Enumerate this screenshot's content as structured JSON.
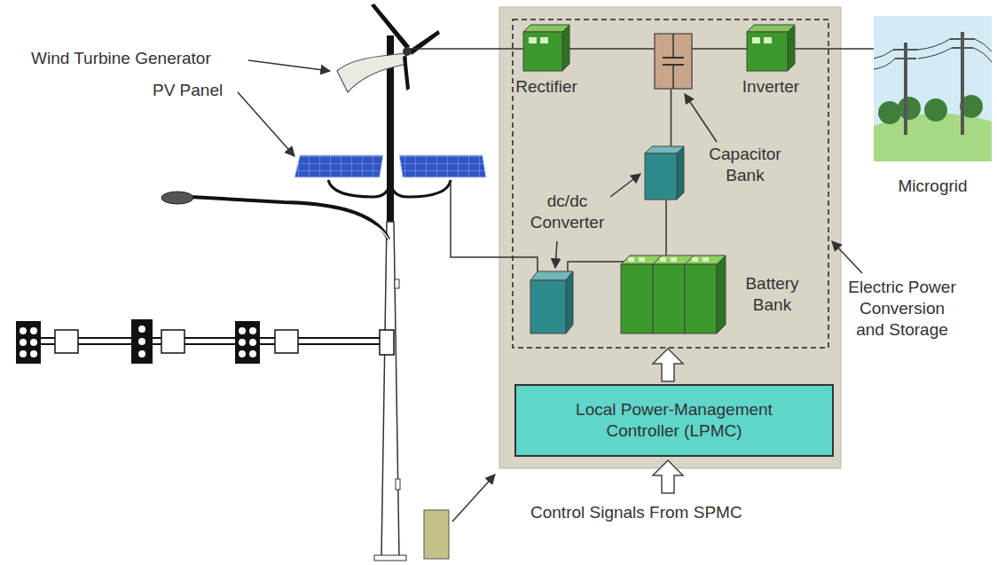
{
  "diagram": {
    "nodes": [
      {
        "text": [
          "Rectifier"
        ]
      },
      {
        "text": [
          "Capacitor Bank"
        ]
      },
      {
        "text": [
          "Inverter"
        ]
      },
      {
        "text": [
          "dc/dc Converter"
        ]
      },
      {
        "text": [
          "Battery Bank"
        ]
      },
      {
        "text": [
          "Local Power-Management Controller (LPMC)"
        ]
      },
      {
        "text": [
          "Microgrid"
        ]
      }
    ],
    "edges": [
      {
        "from": 0,
        "to": 1,
        "arrow": "none"
      },
      {
        "from": 1,
        "to": 2,
        "arrow": "none"
      },
      {
        "from": 2,
        "to": 6,
        "arrow": "none"
      },
      {
        "from": 1,
        "to": 3,
        "arrow": "none"
      },
      {
        "from": 3,
        "to": 4,
        "arrow": "none"
      }
    ],
    "labels": [
      "Wind Turbine Generator",
      "PV Panel",
      "Electric Power Conversion and Storage",
      "Control Signals From SPMC"
    ]
  }
}
